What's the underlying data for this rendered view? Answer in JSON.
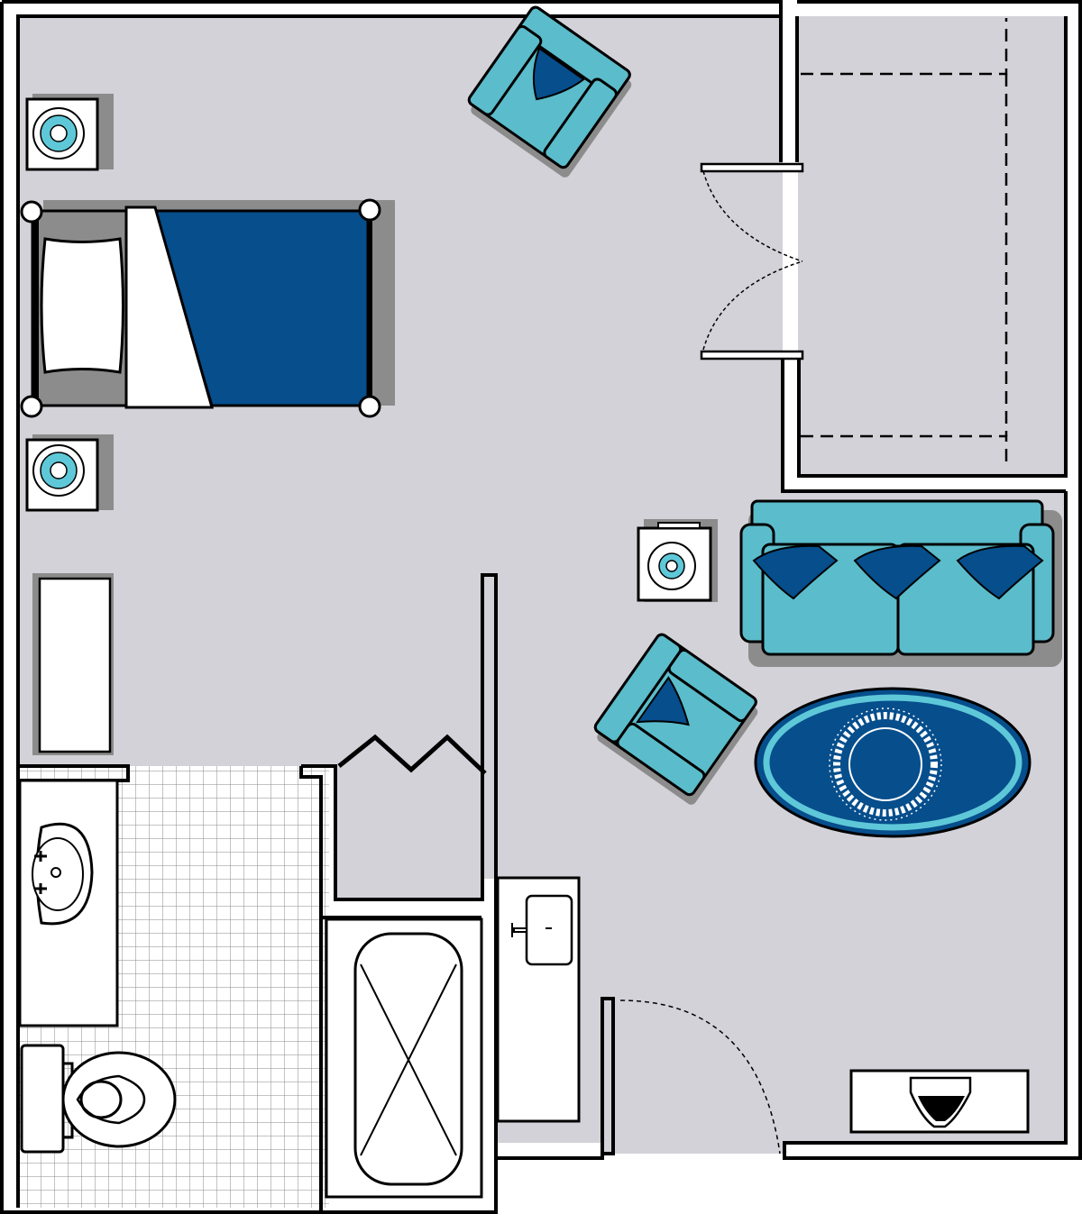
{
  "plan": {
    "type": "floor-plan",
    "rooms": [
      "bedroom-living",
      "closet",
      "bathroom",
      "kitchenette"
    ],
    "furniture": [
      "bed",
      "pillow",
      "nightstand-top",
      "nightstand-bottom",
      "dresser",
      "armchair-top",
      "armchair-lower",
      "sofa",
      "sofa-pillows",
      "side-table",
      "area-rug",
      "bathtub",
      "vanity-sink",
      "toilet",
      "wall-sink",
      "tv-stand"
    ]
  },
  "colors": {
    "floor": "#d3d2d9",
    "wall": "#000000",
    "tile": "#ffffff",
    "grout": "#8a8a8a",
    "navy": "#064e8c",
    "teal": "#5bbccb",
    "light_teal": "#5ec8d8",
    "shadow": "#8c8c8c"
  }
}
